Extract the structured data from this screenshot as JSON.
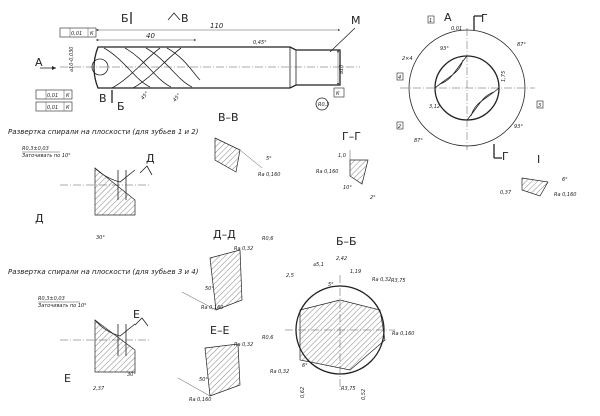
{
  "views": {
    "top_marks": {
      "b_left": "Б",
      "b_right": "В",
      "a": "А",
      "m": "М",
      "k": "К"
    },
    "main": {
      "len_total": "110",
      "len_flute": "40",
      "chamfer": "0,45°",
      "diam_shank": "⌀10",
      "diam_cut": "⌀10-0,030",
      "tol1": "0,01",
      "tol2": "0,01",
      "tol3": "0,01",
      "tol_ref": "К",
      "radius_end": "R0,3",
      "angle": "45°",
      "angle2": "45°"
    },
    "section_a": {
      "title": "А",
      "c1": "1",
      "c2": "2",
      "c3": "3",
      "c4": "4",
      "tol": "0,01",
      "d1": "93°",
      "d2": "87°",
      "d3": "87°",
      "d4": "93°",
      "e1": "3,12",
      "e2": "1,75",
      "e3": "2×4",
      "mark_g": "Г"
    },
    "unroll1": {
      "caption": "Развертка спирали на плоскости (для зубьев 1 и 2)",
      "r_label": "R0,3±0,03",
      "note": "Заточивать по 10°",
      "letter": "Д",
      "angle": "30°"
    },
    "unroll2": {
      "caption": "Развертка спирали на плоскости (для зубьев 3 и 4)",
      "r_label": "R0,3±0,03",
      "note": "Заточивать по 10°",
      "letter": "Е",
      "dim1": "2,37",
      "angle": "30°"
    },
    "bb": {
      "title": "В–В",
      "a1": "5°",
      "ra": "Ra 0,160"
    },
    "gg": {
      "title": "Г–Г",
      "d1": "1,0",
      "a1": "10°",
      "a2": "2°",
      "ra": "Ra 0,160"
    },
    "one": {
      "title": "I",
      "a1": "6°",
      "d1": "0,37",
      "ra": "Ra 0,160"
    },
    "dd": {
      "title": "Д–Д",
      "r": "R0,6",
      "a1": "50°",
      "ra1": "Ra 0,32",
      "ra2": "Ra 0,160"
    },
    "ee": {
      "title": "Е–Е",
      "r": "R0,6",
      "a1": "50°",
      "ra1": "Ra 0,32",
      "ra2": "Ra 0,160"
    },
    "b6b6": {
      "title": "Б–Б",
      "d1": "⌀5,1",
      "d2": "2,42",
      "d3": "1,19",
      "d4": "2,5",
      "r1": "R3,75",
      "r2": "R3,75",
      "a1": "5°",
      "a2": "6°",
      "d5": "0,62",
      "d6": "0,52",
      "ra1": "Ra 0,32",
      "ra2": "Ra 0,160",
      "ra3": "Ra 0,32"
    }
  }
}
